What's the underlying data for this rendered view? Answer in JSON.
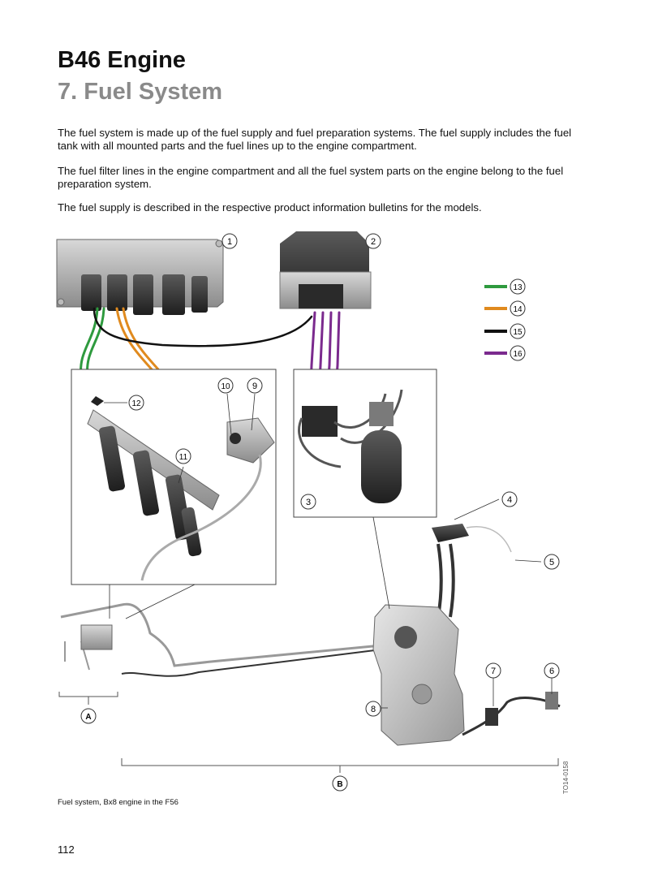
{
  "header": {
    "title": "B46 Engine",
    "subtitle": "7. Fuel System"
  },
  "body": {
    "paragraphs": [
      "The fuel system is made up of the fuel supply and fuel preparation systems. The fuel supply includes the fuel tank with all mounted parts and the fuel lines up to the engine compartment.",
      "The fuel filter lines in the engine compartment and all the fuel system parts on the engine belong to the fuel preparation system.",
      "The fuel supply is described in the respective product information bulletins for the models."
    ]
  },
  "figure": {
    "callouts": [
      "1",
      "2",
      "3",
      "4",
      "5",
      "6",
      "7",
      "8",
      "9",
      "10",
      "11",
      "12"
    ],
    "legend": [
      {
        "number": "13",
        "color": "#2e9a3e"
      },
      {
        "number": "14",
        "color": "#e08a1e"
      },
      {
        "number": "15",
        "color": "#111111"
      },
      {
        "number": "16",
        "color": "#7b2a8e"
      }
    ],
    "group_labels": [
      "A",
      "B"
    ],
    "reference_code": "TO14-0158",
    "caption": "Fuel system, Bx8 engine in the F56"
  },
  "footer": {
    "page_number": "112"
  }
}
